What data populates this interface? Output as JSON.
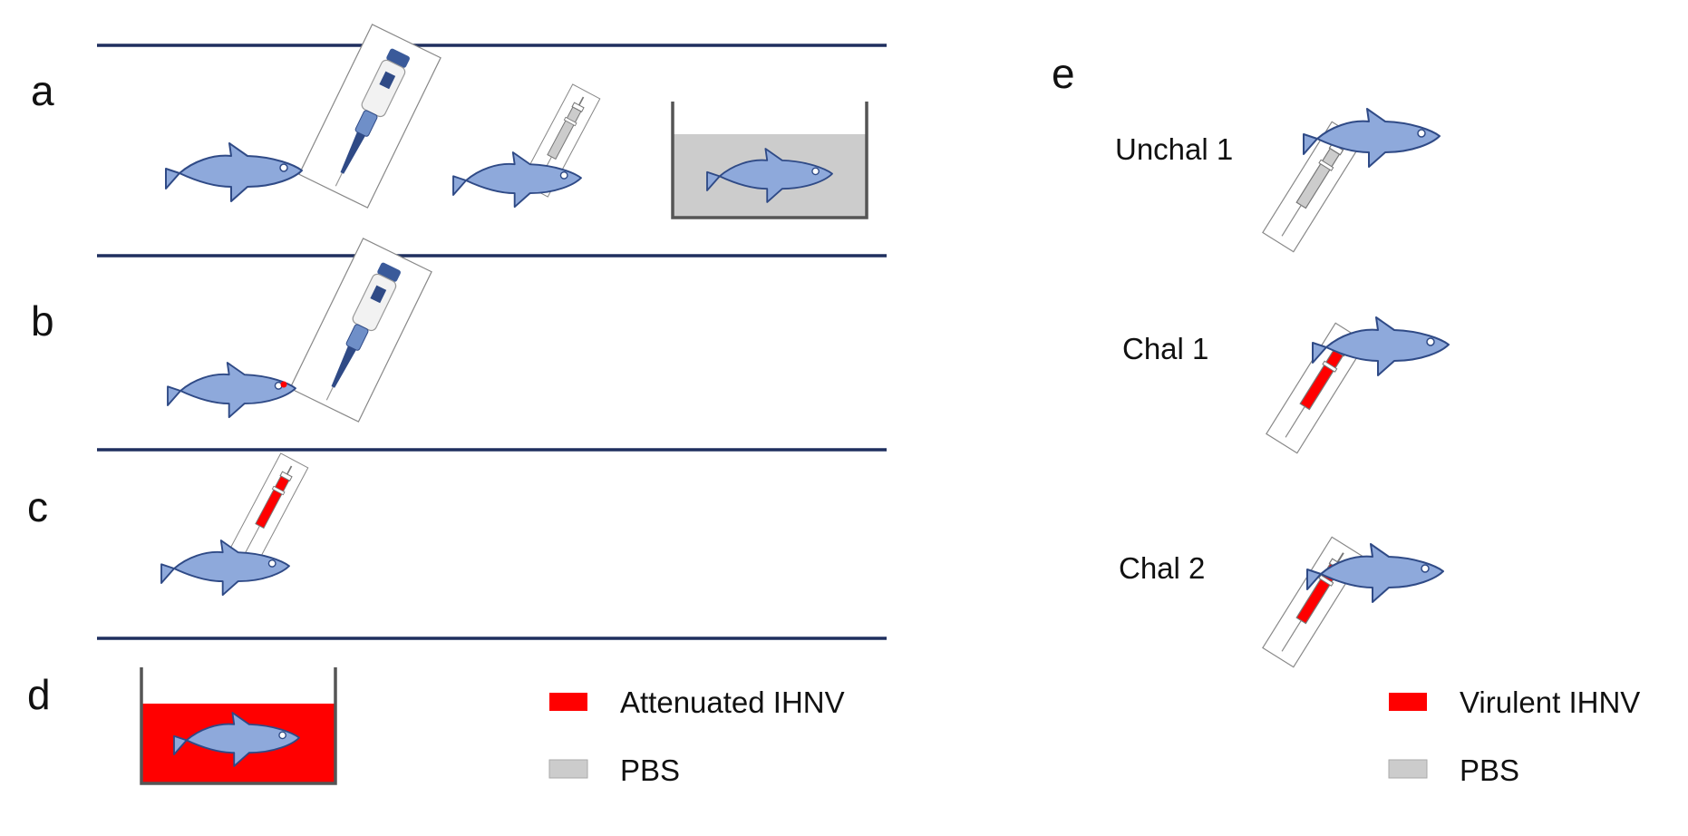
{
  "panels": {
    "a": {
      "letter": "a"
    },
    "b": {
      "letter": "b"
    },
    "c": {
      "letter": "c"
    },
    "d": {
      "letter": "d"
    },
    "e": {
      "letter": "e"
    }
  },
  "challenge_groups": [
    {
      "label": "Unchal 1",
      "syringe": "pbs"
    },
    {
      "label": "Chal 1",
      "syringe": "virulent"
    },
    {
      "label": "Chal 2",
      "syringe": "virulent"
    }
  ],
  "legend_left": [
    {
      "label": "Attenuated IHNV",
      "swatch": "attenuated"
    },
    {
      "label": "PBS",
      "swatch": "pbs"
    }
  ],
  "legend_right": [
    {
      "label": "Virulent IHNV",
      "swatch": "virulent"
    },
    {
      "label": "PBS",
      "swatch": "pbs"
    }
  ],
  "colors": {
    "divider": "#1f2f5e",
    "fish_fill": "#8ea9db",
    "fish_stroke": "#2f4a86",
    "attenuated": "#ff0000",
    "virulent": "#ff0000",
    "pbs": "#cccccc",
    "tank_stroke": "#555555"
  },
  "icons": {
    "fish": "fish-icon",
    "pipette": "pipette-icon",
    "syringe": "syringe-icon",
    "tank": "tank-icon"
  }
}
